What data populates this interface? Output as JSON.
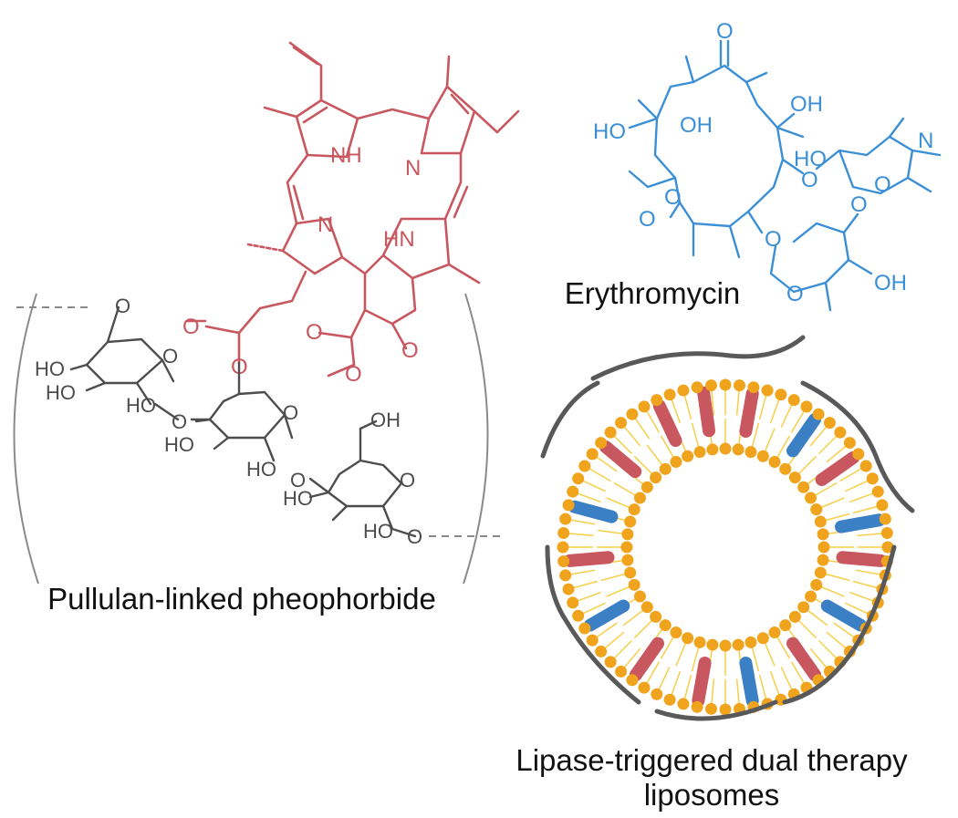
{
  "colors": {
    "pheophorbide": "#c8575f",
    "pullulan": "#4d4d4d",
    "erythromycin": "#3b8fd6",
    "lipid_head": "#f0a31c",
    "lipid_tail": "#f6cf49",
    "drug_red": "#c8575f",
    "drug_blue": "#3b7fc4",
    "pullulan_coat": "#595959"
  },
  "captions": {
    "pullulan_linked": "Pullulan-linked pheophorbide",
    "erythromycin": "Erythromycin",
    "liposome_line1": "Lipase-triggered dual therapy",
    "liposome_line2": "liposomes"
  },
  "pheophorbide_atoms": {
    "nh_top": "NH",
    "n_right": "N",
    "n_left": "N",
    "hn_bottom": "HN",
    "o_ester1": "O",
    "o_ester2": "O",
    "o_ketone": "O",
    "o_methylester": "O",
    "o_methylether": "O"
  },
  "pullulan_atoms": {
    "o_top": "O",
    "ho1": "HO",
    "ho2": "HO",
    "ho3": "HO",
    "o_ring1": "O",
    "o_link1": "O",
    "ho4": "HO",
    "ho5": "HO",
    "o_ring2": "O",
    "o_link2": "O",
    "oh_top": "OH",
    "ho6": "HO",
    "ho7": "HO",
    "o_ring3": "O",
    "o_end": "O"
  },
  "erythromycin_atoms": {
    "o_ketone": "O",
    "oh_a": "OH",
    "ho_left": "HO",
    "oh_b": "OH",
    "n_amine": "N",
    "ho_sugar": "HO",
    "o_s1": "O",
    "o_s2": "O",
    "o_lactone": "O",
    "o_carbonyl": "O",
    "o_link": "O",
    "o_methoxy": "O",
    "o_ring": "O",
    "oh_c": "OH"
  }
}
